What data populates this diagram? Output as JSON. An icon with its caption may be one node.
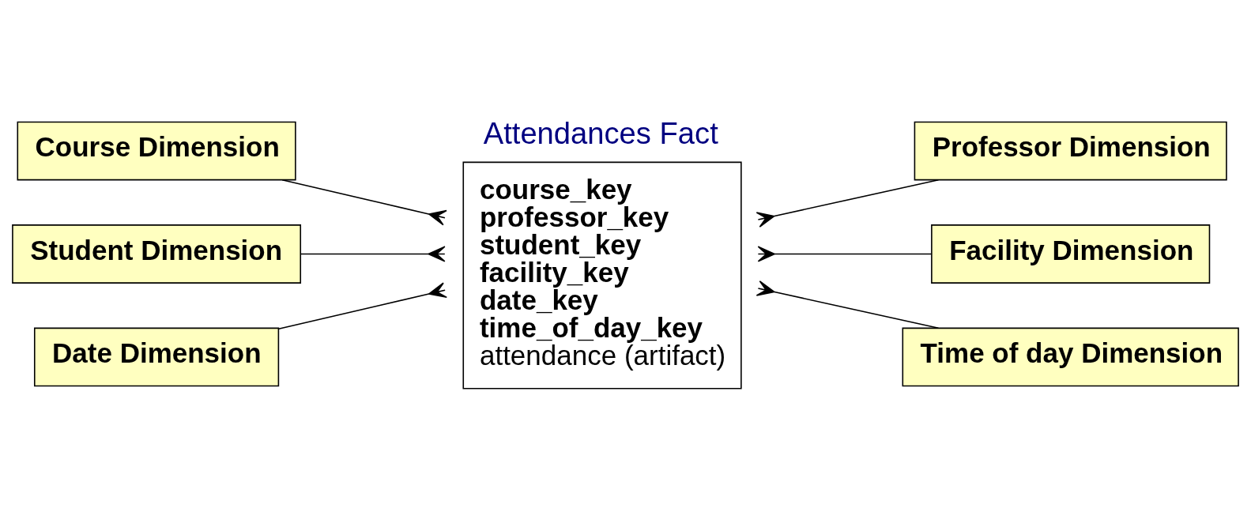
{
  "diagram": {
    "nodes": [
      {
        "text": [
          "Course Dimension"
        ]
      },
      {
        "text": [
          "Student Dimension"
        ]
      },
      {
        "text": [
          "Date Dimension"
        ]
      },
      {
        "text": [
          "Attendances Fact",
          "course_key",
          "professor_key",
          "student_key",
          "facility_key",
          "date_key",
          "time_of_day_key",
          "attendance (artifact)"
        ]
      },
      {
        "text": [
          "Professor Dimension"
        ]
      },
      {
        "text": [
          "Facility Dimension"
        ]
      },
      {
        "text": [
          "Time of day Dimension"
        ]
      }
    ],
    "edges": [
      {
        "from": 0,
        "to": 3,
        "arrow": "other"
      },
      {
        "from": 1,
        "to": 3,
        "arrow": "other"
      },
      {
        "from": 2,
        "to": 3,
        "arrow": "other"
      },
      {
        "from": 4,
        "to": 3,
        "arrow": "other"
      },
      {
        "from": 5,
        "to": 3,
        "arrow": "other"
      },
      {
        "from": 6,
        "to": 3,
        "arrow": "other"
      }
    ]
  }
}
